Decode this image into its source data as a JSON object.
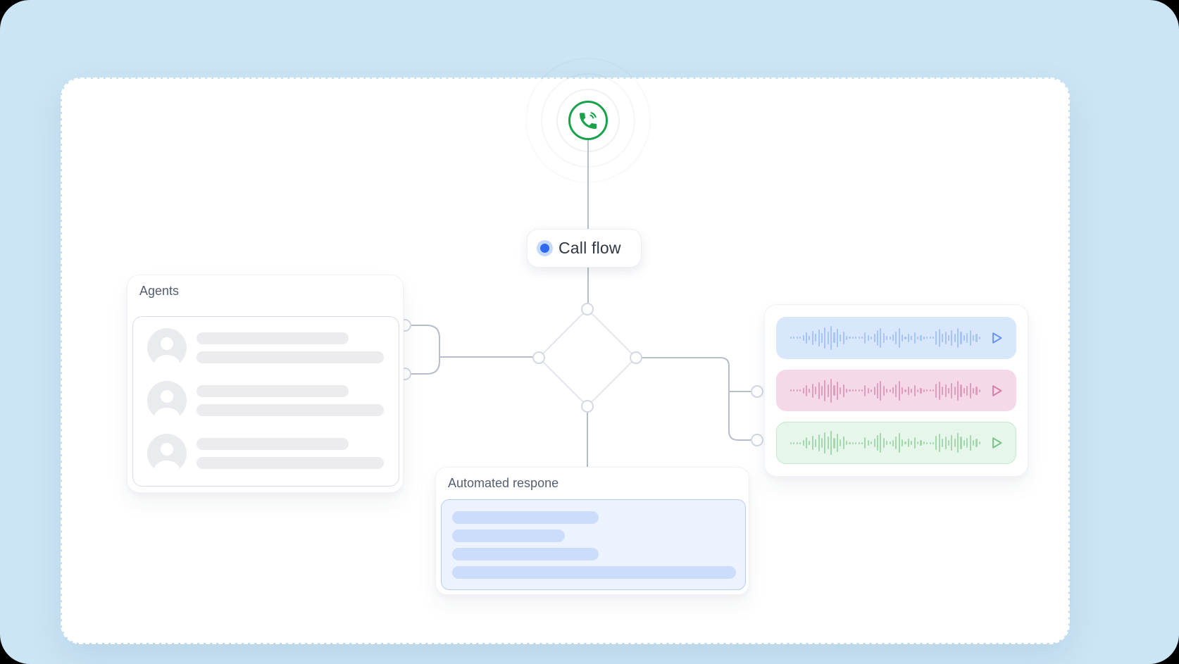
{
  "page": {
    "background_color": "#cbe5f5",
    "canvas_color": "#ffffff"
  },
  "call_entry_node": {
    "icon": "phone-call-icon",
    "ring_color": "#17a24b",
    "phone_color": "#17a24b"
  },
  "call_flow_node": {
    "label": "Call flow",
    "dot_color": "#2e6af0",
    "dot_halo_color": "#c7d9fb"
  },
  "decision_node": {
    "shape": "diamond",
    "stroke_color": "#e3e6ec",
    "port_stroke_color": "#d3d8e2"
  },
  "connectors": {
    "line_color": "#b7bdcb"
  },
  "agents_card": {
    "title": "Agents",
    "rows": [
      {
        "line1_width": 216,
        "line2_width": 266
      },
      {
        "line1_width": 216,
        "line2_width": 266
      },
      {
        "line1_width": 216,
        "line2_width": 266
      }
    ],
    "skeleton_color": "#ececee"
  },
  "automated_card": {
    "title": "Automated respone",
    "panel_color": "#edf3fe",
    "panel_border_color": "#b9cbf4",
    "bar_color": "#ccdcfb",
    "bar_widths": [
      208,
      160,
      208,
      403
    ]
  },
  "audio_panel": {
    "tracks": [
      {
        "id": "audio-track-blue",
        "bg_color": "#d9e7fc",
        "wave_color": "#a6c4f7",
        "play_color": "#6695f6",
        "border_color": "transparent"
      },
      {
        "id": "audio-track-pink",
        "bg_color": "#f6d9e8",
        "wave_color": "#dd9dbd",
        "play_color": "#d482ab",
        "border_color": "transparent"
      },
      {
        "id": "audio-track-green",
        "bg_color": "#e7f6ea",
        "wave_color": "#a4d7ad",
        "play_color": "#7cc28b",
        "border_color": "#c6e8cd"
      }
    ],
    "play_icon": "play-icon",
    "waveform_heights": [
      3,
      3,
      3,
      3,
      8,
      16,
      6,
      20,
      11,
      24,
      14,
      30,
      18,
      34,
      15,
      26,
      10,
      18,
      6,
      3,
      3,
      3,
      3,
      3,
      16,
      8,
      4,
      12,
      22,
      28,
      14,
      6,
      4,
      9,
      18,
      28,
      10,
      4,
      12,
      6,
      16,
      4,
      8,
      4,
      3,
      3,
      3,
      20,
      26,
      12,
      18,
      8,
      22,
      12,
      28,
      18,
      8,
      14,
      22,
      8,
      12,
      4,
      3,
      3
    ]
  }
}
